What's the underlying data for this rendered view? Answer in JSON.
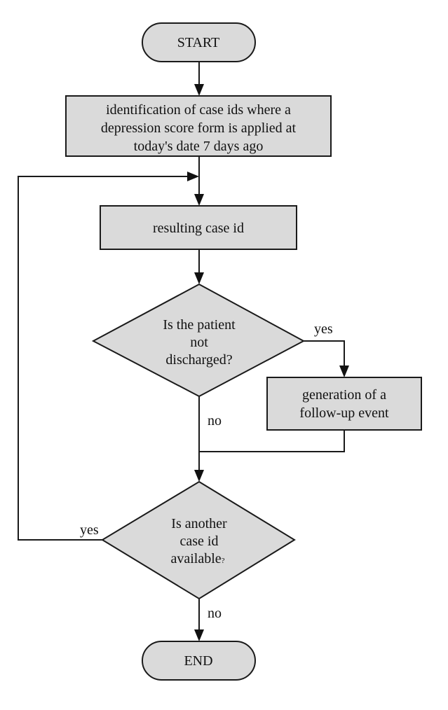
{
  "flowchart": {
    "start_label": "START",
    "end_label": "END",
    "identify_step_lines": [
      "identification of case ids where a",
      "depression score form is applied at",
      "today's date 7 days ago"
    ],
    "result_step_label": "resulting case id",
    "discharge_decision_lines": [
      "Is the patient",
      "not",
      "discharged?"
    ],
    "followup_step_lines": [
      "generation of a",
      "follow-up event"
    ],
    "another_case_decision_lines": [
      "Is another",
      "case id",
      "available"
    ],
    "another_case_question_mark": "?",
    "edge_labels": {
      "discharge_yes": "yes",
      "discharge_no": "no",
      "another_yes": "yes",
      "another_no": "no"
    },
    "colors": {
      "node_fill": "#dadada",
      "stroke": "#1a1a1a",
      "background": "#ffffff"
    }
  }
}
